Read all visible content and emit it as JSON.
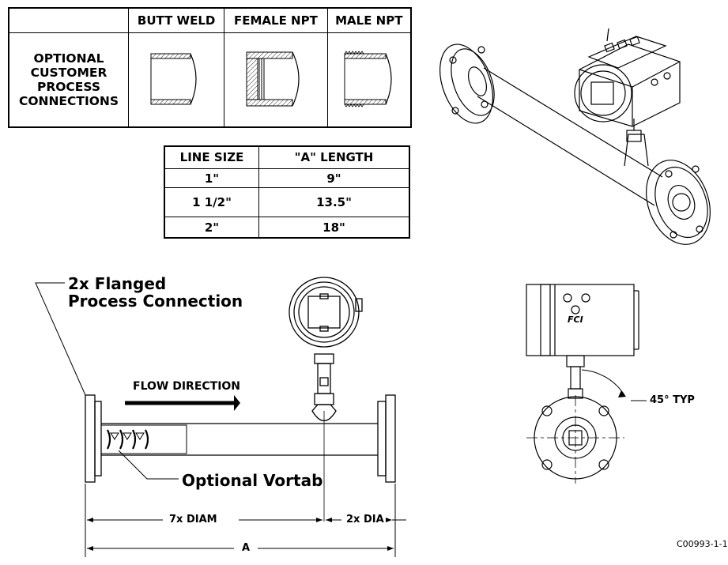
{
  "connections_table": {
    "headers": [
      "",
      "BUTT WELD",
      "FEMALE NPT",
      "MALE NPT"
    ],
    "row_label": [
      "OPTIONAL",
      "CUSTOMER",
      "PROCESS",
      "CONNECTIONS"
    ]
  },
  "size_table": {
    "headers": [
      "LINE SIZE",
      "\"A\" LENGTH"
    ],
    "rows": [
      {
        "line_size": "1\"",
        "a_length": "9\""
      },
      {
        "line_size": "1  1/2\"",
        "a_length": "13.5\""
      },
      {
        "line_size": "2\"",
        "a_length": "18\""
      }
    ]
  },
  "labels": {
    "flanged_line1": "2x Flanged",
    "flanged_line2": "Process Connection",
    "flow_direction": "FLOW DIRECTION",
    "optional_vortab": "Optional Vortab",
    "seven_diam": "7x  DIAM",
    "two_dia": "2x DIA",
    "a_dim": "A",
    "angle_typ": "45° TYP",
    "drawing_code": "C00993-1-1",
    "logo_text": "FCI"
  }
}
